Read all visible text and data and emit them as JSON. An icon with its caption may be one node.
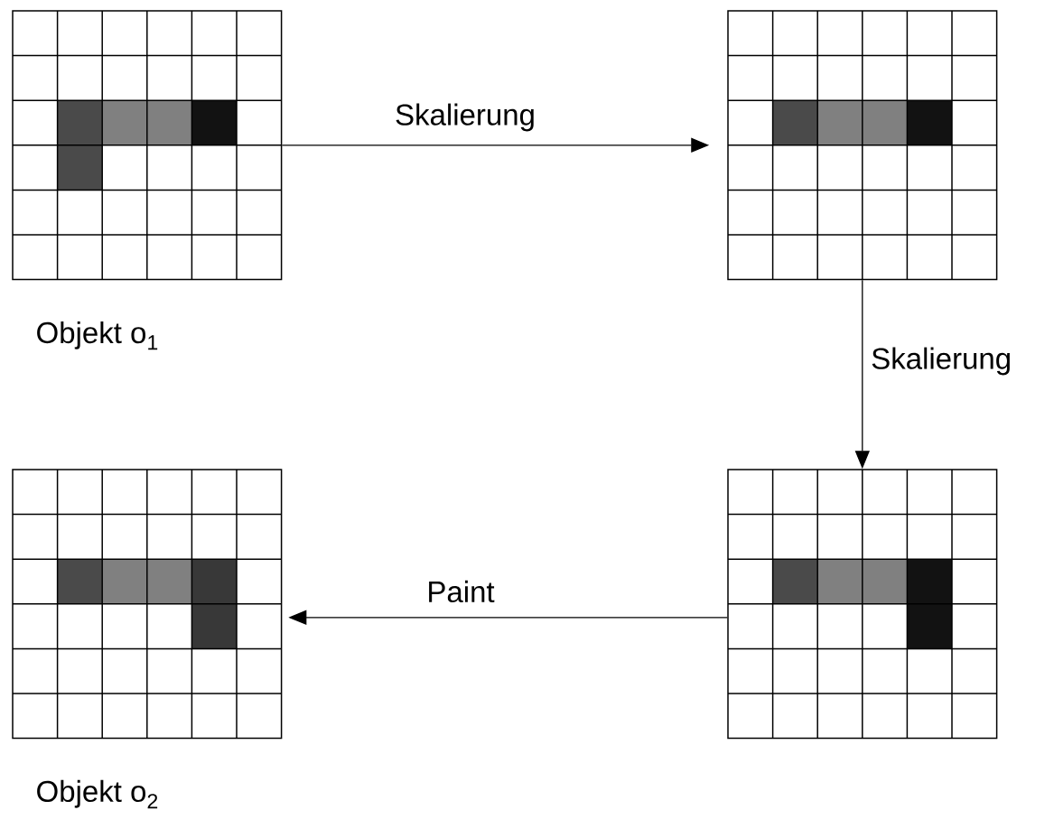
{
  "diagram": {
    "nodes": [
      {
        "text": [],
        "shape": "grid",
        "beside": [
          "Objekt o$_{1}$"
        ]
      },
      {
        "text": [],
        "shape": "grid"
      },
      {
        "text": [],
        "shape": "grid",
        "beside": [
          "Objekt o$_{2}$"
        ]
      },
      {
        "text": [],
        "shape": "grid"
      }
    ],
    "edges": [
      {
        "from": 0,
        "to": 1,
        "arrow": "to",
        "label": "Skalierung"
      },
      {
        "from": 1,
        "to": 3,
        "arrow": "to",
        "label": "Skalierung"
      },
      {
        "from": 3,
        "to": 2,
        "arrow": "to",
        "label": "Paint"
      }
    ]
  }
}
